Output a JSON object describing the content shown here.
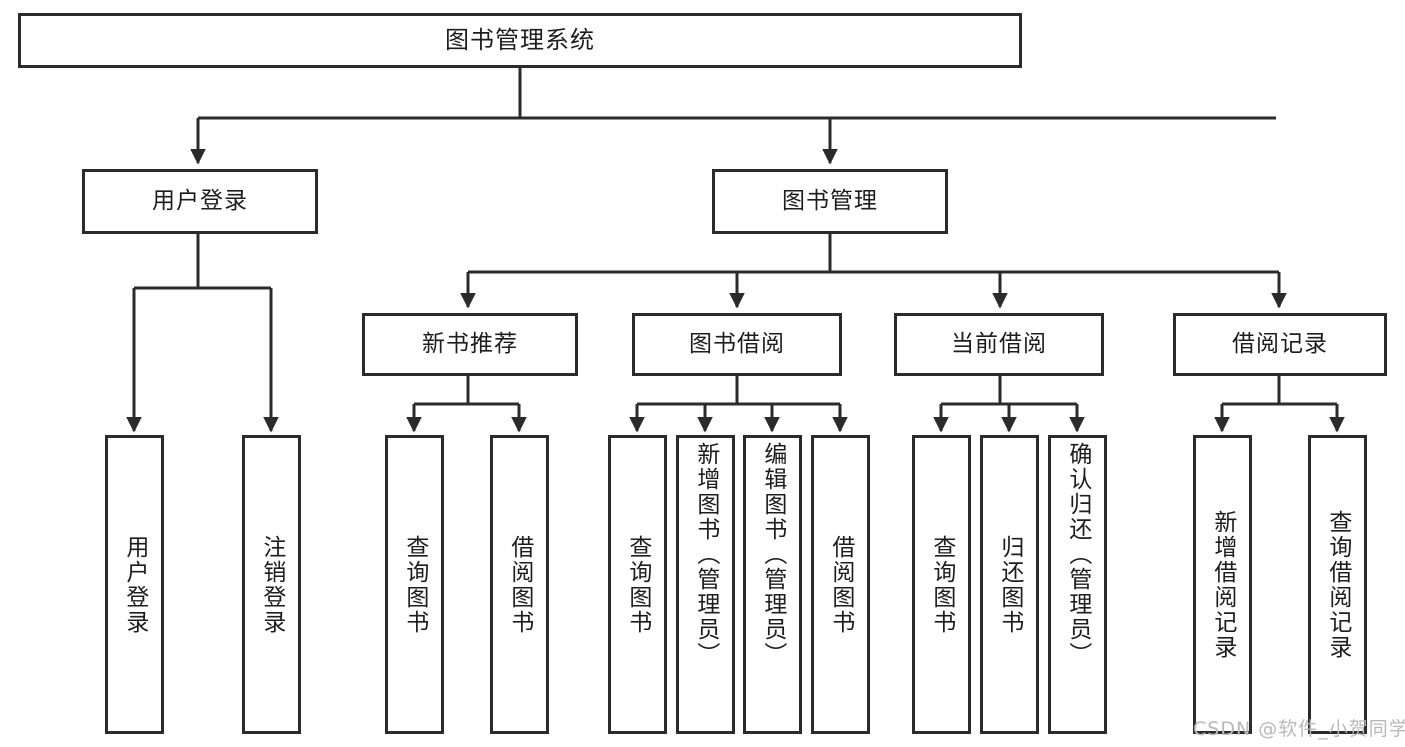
{
  "diagram": {
    "title": "图书管理系统",
    "type": "功能结构图",
    "root": {
      "label": "图书管理系统"
    },
    "level2": [
      {
        "id": "user-login",
        "label": "用户登录"
      },
      {
        "id": "book-manage",
        "label": "图书管理"
      }
    ],
    "level3": [
      {
        "id": "new-book-recommend",
        "label": "新书推荐"
      },
      {
        "id": "book-borrow",
        "label": "图书借阅"
      },
      {
        "id": "current-borrow",
        "label": "当前借阅"
      },
      {
        "id": "borrow-record",
        "label": "借阅记录"
      }
    ],
    "leaves": {
      "user_login": [
        {
          "id": "leaf-user-login",
          "label": "用户登录"
        },
        {
          "id": "leaf-logout",
          "label": "注销登录"
        }
      ],
      "new_book_recommend": [
        {
          "id": "leaf-query-book-1",
          "label": "查询图书"
        },
        {
          "id": "leaf-borrow-book-1",
          "label": "借阅图书"
        }
      ],
      "book_borrow": [
        {
          "id": "leaf-query-book-2",
          "label": "查询图书"
        },
        {
          "id": "leaf-add-book",
          "label": "新增图书（管理员）"
        },
        {
          "id": "leaf-edit-book",
          "label": "编辑图书（管理员）"
        },
        {
          "id": "leaf-borrow-book-2",
          "label": "借阅图书"
        }
      ],
      "current_borrow": [
        {
          "id": "leaf-query-book-3",
          "label": "查询图书"
        },
        {
          "id": "leaf-return-book",
          "label": "归还图书"
        },
        {
          "id": "leaf-confirm-return",
          "label": "确认归还（管理员）"
        }
      ],
      "borrow_record": [
        {
          "id": "leaf-add-record",
          "label": "新增借阅记录"
        },
        {
          "id": "leaf-query-record",
          "label": "查询借阅记录"
        }
      ]
    }
  },
  "watermark": {
    "text": "CSDN @软件_小贺同学"
  },
  "colors": {
    "stroke": "#2b2b2b",
    "box_fill": "#ffffff",
    "text": "#1d1d1d",
    "watermark": "#b9b9b9",
    "background": "#ffffff"
  }
}
